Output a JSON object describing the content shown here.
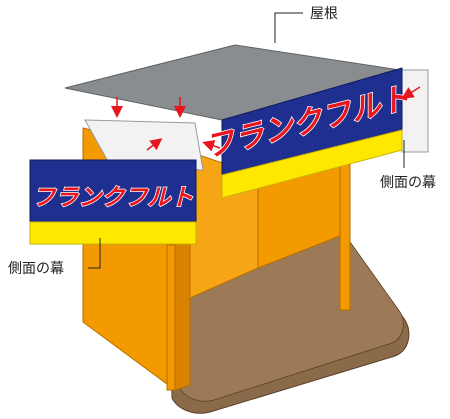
{
  "labels": {
    "roof": "屋根",
    "side_curtain_right": "側面の幕",
    "side_curtain_left": "側面の幕"
  },
  "signs": {
    "front": "フランクフルト",
    "side": "フランクフルト"
  },
  "colors": {
    "roof": "#8a8d8f",
    "booth_orange": "#f39a00",
    "booth_orange_dark": "#d98200",
    "floor": "#8b6a4a",
    "sign_blue": "#1f2f8f",
    "sign_yellow": "#ffe800",
    "sign_text_red": "#e8141e",
    "arrow_red": "#e8141e",
    "curtain_panel": "#f2f2f2"
  }
}
